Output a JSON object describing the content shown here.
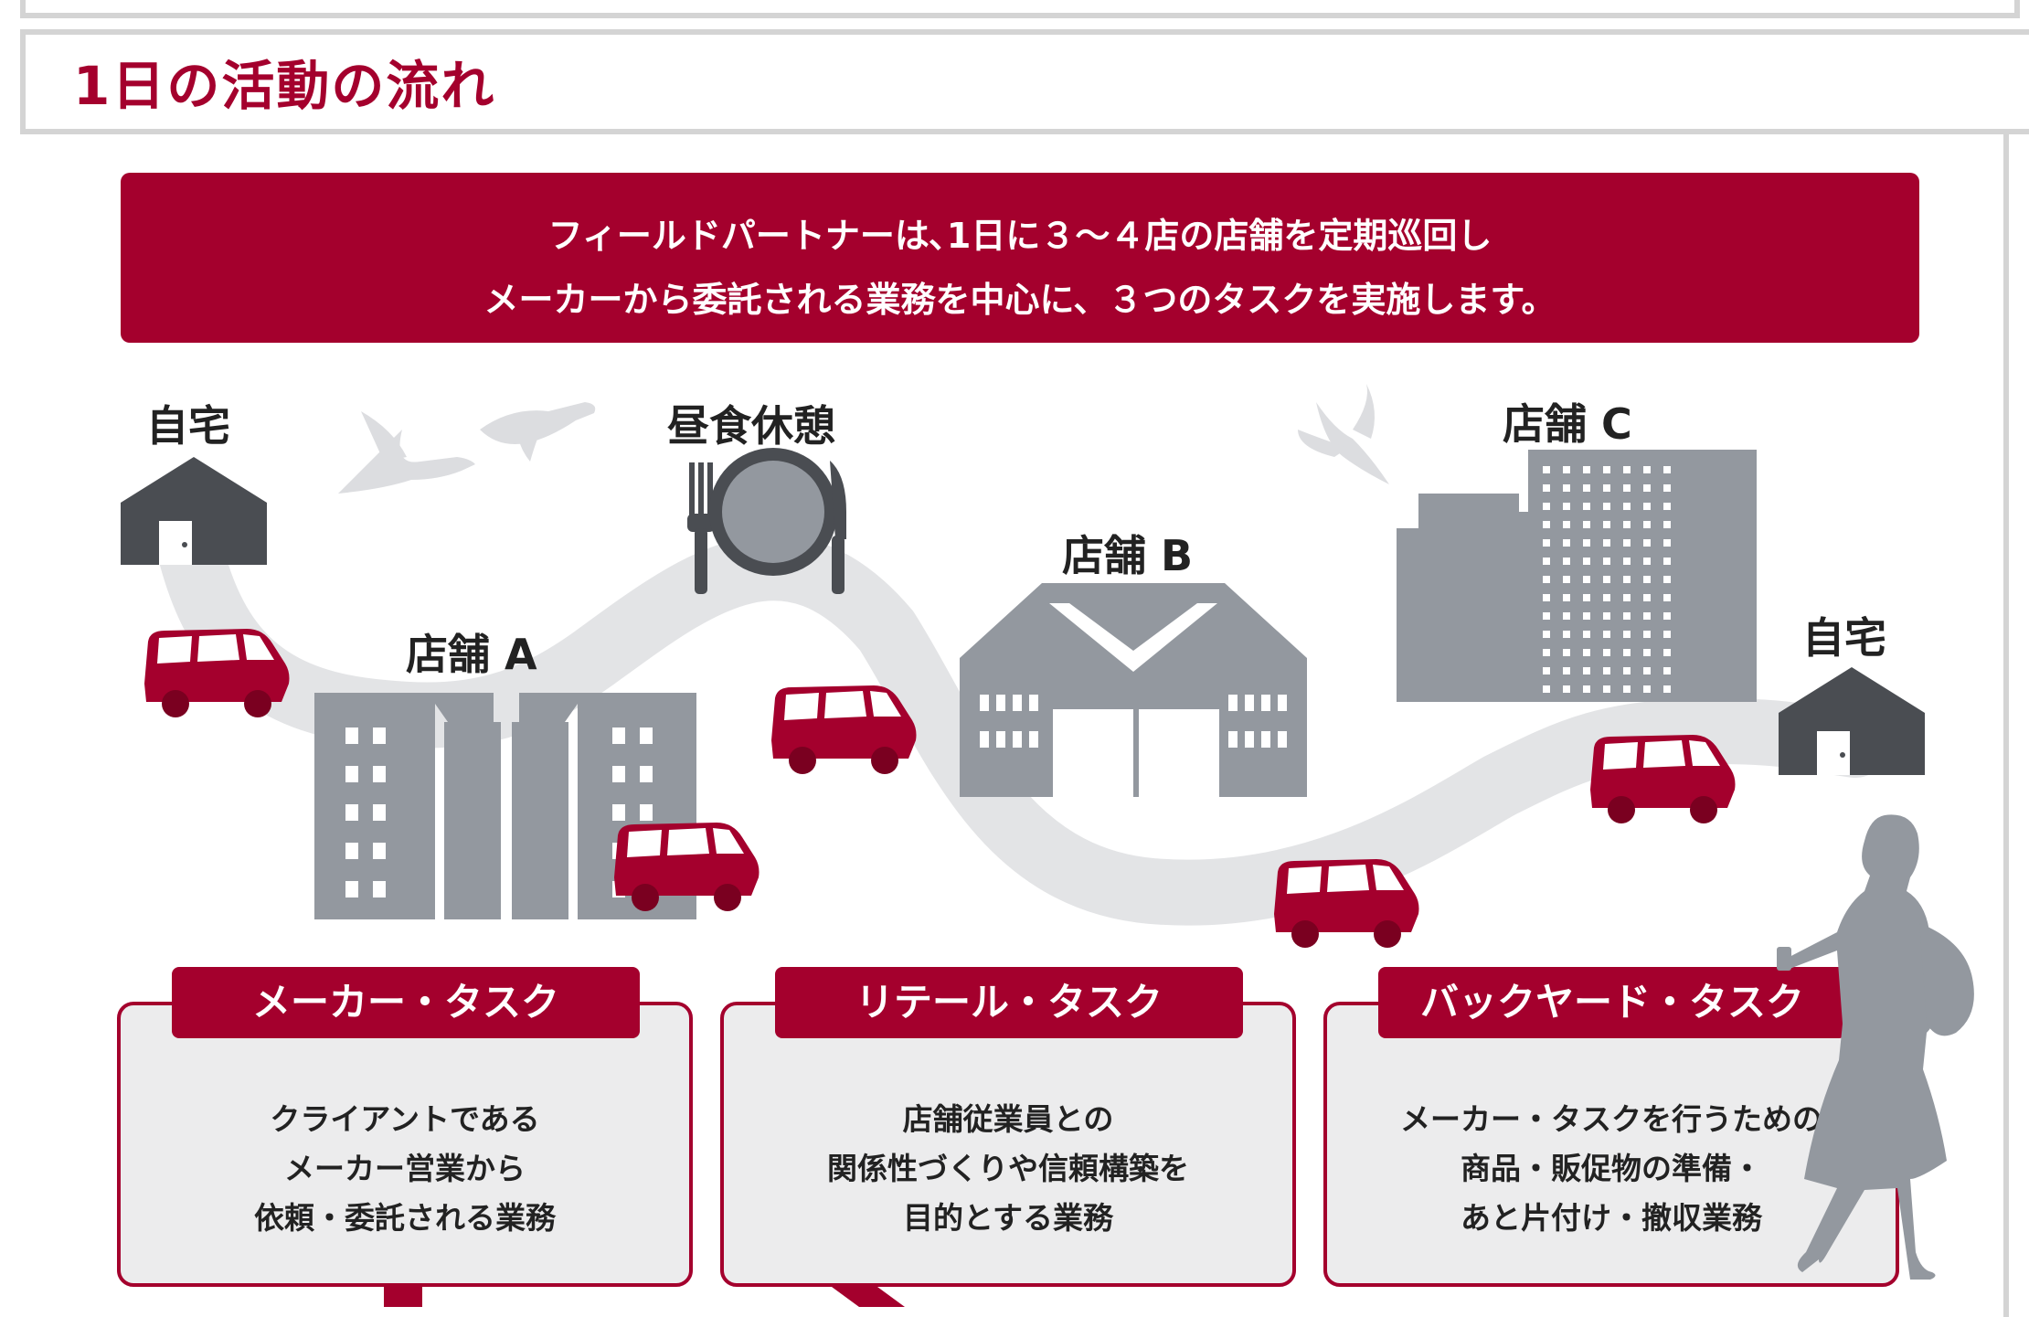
{
  "page_title": "1日の活動の流れ",
  "banner": {
    "line1": "フィールドパートナーは､1日に３～４店の店舗を定期巡回し",
    "line2": "メーカーから委託される業務を中心に、３つのタスクを実施します。"
  },
  "locations": {
    "home_start": "自宅",
    "store_a": "店舗 A",
    "lunch": "昼食休憩",
    "store_b": "店舗 B",
    "store_c": "店舗 C",
    "home_end": "自宅"
  },
  "tasks": [
    {
      "title": "メーカー・タスク",
      "lines": [
        "クライアントである",
        "メーカー営業から",
        "依頼・委託される業務"
      ]
    },
    {
      "title": "リテール・タスク",
      "lines": [
        "店舗従業員との",
        "関係性づくりや信頼構築を",
        "目的とする業務"
      ]
    },
    {
      "title": "バックヤード・タスク",
      "lines": [
        "メーカー・タスクを行うための",
        "商品・販促物の準備・",
        "あと片付け・撤収業務"
      ]
    }
  ],
  "colors": {
    "accent": "#a4002d",
    "building": "#93989f",
    "house": "#4a4d52",
    "road": "#e3e4e6",
    "box_bg": "#ececed"
  },
  "icons": [
    "house-icon",
    "car-icon",
    "bird-icon",
    "fork-icon",
    "plate-icon",
    "knife-icon",
    "building-icon",
    "person-silhouette-icon"
  ]
}
